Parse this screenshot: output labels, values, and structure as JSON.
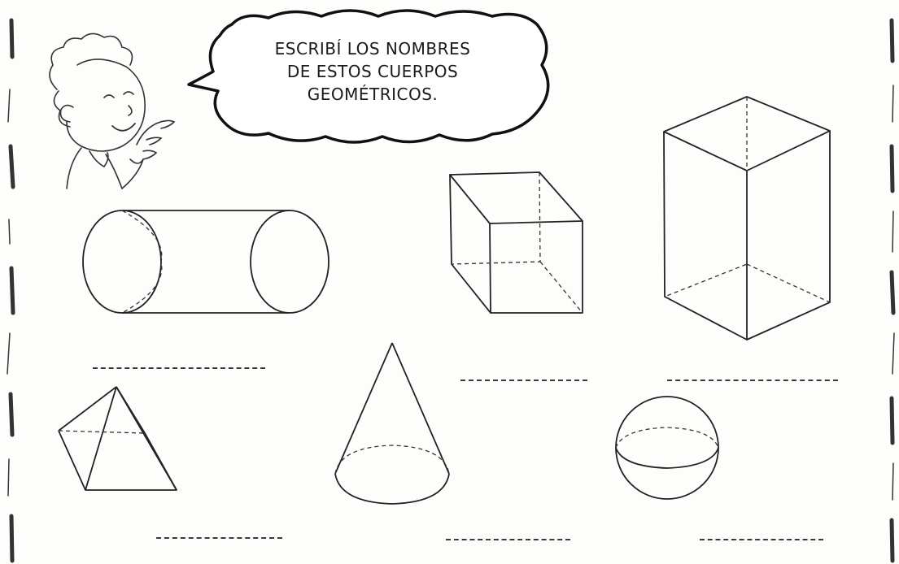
{
  "instruction": {
    "line1": "ESCRIBÍ LOS NOMBRES",
    "line2": "DE ESTOS CUERPOS",
    "line3": "GEOMÉTRICOS."
  },
  "answers": [
    {
      "shape": "cylinder",
      "value": ""
    },
    {
      "shape": "cube",
      "value": ""
    },
    {
      "shape": "rectangular-prism",
      "value": ""
    },
    {
      "shape": "pyramid",
      "value": ""
    },
    {
      "shape": "cone",
      "value": ""
    },
    {
      "shape": "sphere",
      "value": ""
    }
  ],
  "colors": {
    "ink": "#222222",
    "paper": "#fdfdfb"
  }
}
